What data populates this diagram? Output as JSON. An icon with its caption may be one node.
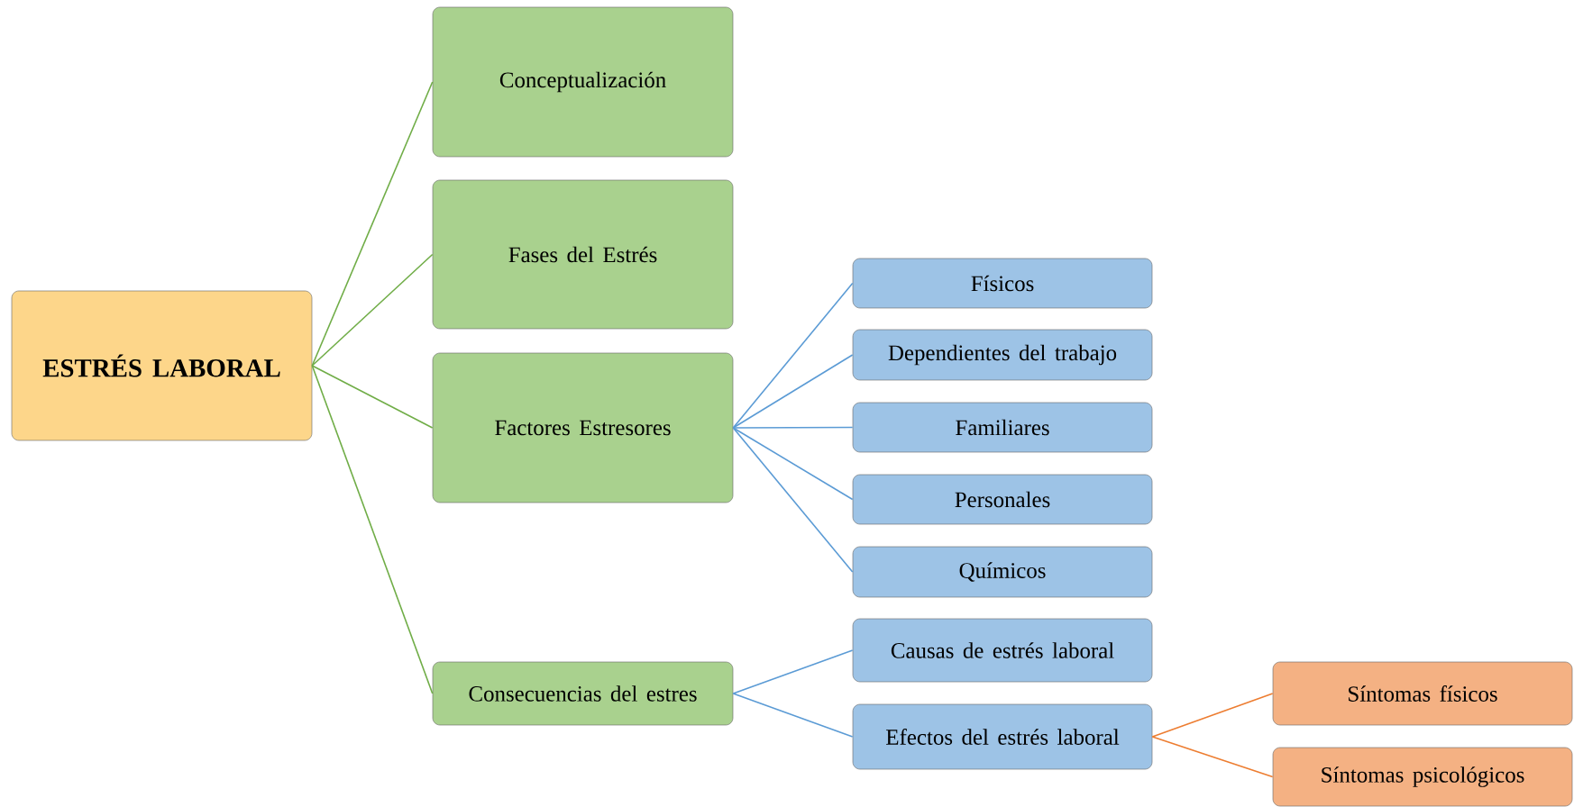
{
  "diagram": {
    "nodes": [
      {
        "text": [
          "ESTRÉS LABORAL"
        ]
      },
      {
        "text": [
          "Conceptualización"
        ]
      },
      {
        "text": [
          "Fases del Estrés"
        ]
      },
      {
        "text": [
          "Factores Estresores"
        ]
      },
      {
        "text": [
          "Consecuencias del estres"
        ]
      },
      {
        "text": [
          "Físicos"
        ]
      },
      {
        "text": [
          "Dependientes del trabajo"
        ]
      },
      {
        "text": [
          "Familiares"
        ]
      },
      {
        "text": [
          "Personales"
        ]
      },
      {
        "text": [
          "Químicos"
        ]
      },
      {
        "text": [
          "Causas de estrés laboral"
        ]
      },
      {
        "text": [
          "Efectos del estrés laboral"
        ]
      },
      {
        "text": [
          "Síntomas físicos"
        ]
      },
      {
        "text": [
          "Síntomas psicológicos"
        ]
      }
    ],
    "edges": [
      {
        "from": 0,
        "to": 1,
        "arrow": "none",
        "color": "#70ad47"
      },
      {
        "from": 0,
        "to": 2,
        "arrow": "none",
        "color": "#70ad47"
      },
      {
        "from": 0,
        "to": 3,
        "arrow": "none",
        "color": "#70ad47"
      },
      {
        "from": 0,
        "to": 4,
        "arrow": "none",
        "color": "#70ad47"
      },
      {
        "from": 3,
        "to": 5,
        "arrow": "none"
      },
      {
        "from": 3,
        "to": 6,
        "arrow": "none"
      },
      {
        "from": 3,
        "to": 7,
        "arrow": "none"
      },
      {
        "from": 3,
        "to": 8,
        "arrow": "none"
      },
      {
        "from": 3,
        "to": 9,
        "arrow": "none"
      },
      {
        "from": 4,
        "to": 10,
        "arrow": "none"
      },
      {
        "from": 4,
        "to": 11,
        "arrow": "none"
      },
      {
        "from": 11,
        "to": 12,
        "arrow": "none",
        "color": "#ed7d31"
      },
      {
        "from": 11,
        "to": 13,
        "arrow": "none",
        "color": "#ed7d31"
      }
    ]
  }
}
